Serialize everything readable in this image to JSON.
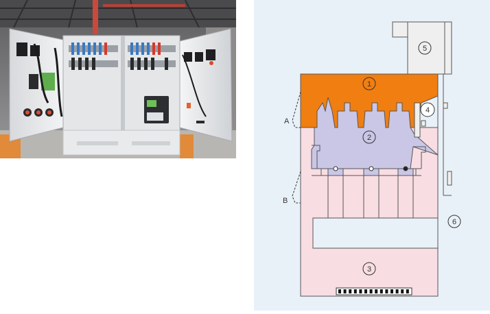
{
  "photo": {
    "subject": "open-electrical-switchgear-cabinet-photo"
  },
  "diagram": {
    "colors": {
      "background": "#e9f1f8",
      "orange": "#f07e10",
      "purple": "#c9c6e6",
      "pink": "#f8dde3",
      "cabinet_gray": "#efefef",
      "line": "#333333"
    },
    "callouts": [
      {
        "id": "1",
        "text": "1"
      },
      {
        "id": "2",
        "text": "2"
      },
      {
        "id": "3",
        "text": "3"
      },
      {
        "id": "4",
        "text": "4"
      },
      {
        "id": "5",
        "text": "5"
      },
      {
        "id": "6",
        "text": "6"
      }
    ],
    "zone_labels": [
      {
        "id": "A",
        "text": "A"
      },
      {
        "id": "B",
        "text": "B"
      }
    ]
  }
}
